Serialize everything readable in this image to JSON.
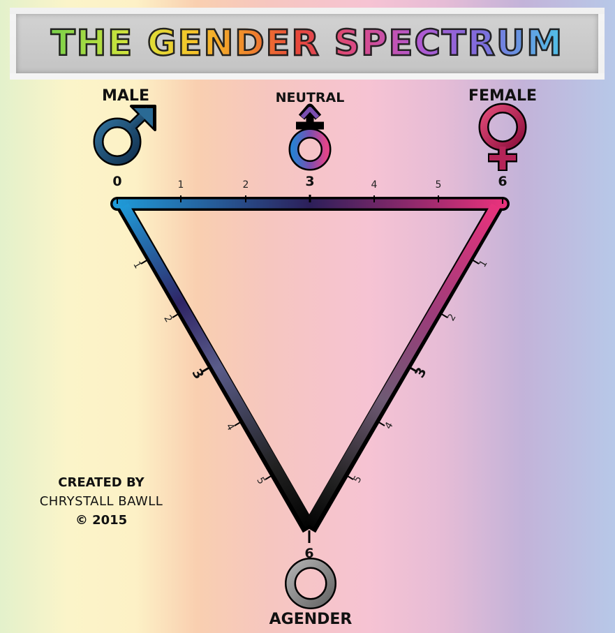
{
  "title": "THE GENDER SPECTRUM",
  "labels": {
    "male": "MALE",
    "neutral": "NEUTRAL",
    "female": "FEMALE",
    "agender": "AGENDER"
  },
  "icons": [
    "male-symbol-icon",
    "neutral-symbol-icon",
    "female-symbol-icon",
    "agender-symbol-icon"
  ],
  "scale": {
    "top": [
      "0",
      "1",
      "2",
      "3",
      "4",
      "5",
      "6"
    ],
    "left": [
      "1",
      "2",
      "3",
      "4",
      "5"
    ],
    "right": [
      "1",
      "2",
      "3",
      "4",
      "5"
    ],
    "bottom": "6"
  },
  "colors": {
    "male": "#1f9ad8",
    "neutral": "#2c1f5a",
    "female": "#e8327c",
    "agender": "#111111",
    "agender_ring": "#8a8a8a"
  },
  "credit": {
    "line1": "CREATED BY",
    "line2": "CHRYSTALL BAWLL",
    "line3": "© 2015"
  }
}
